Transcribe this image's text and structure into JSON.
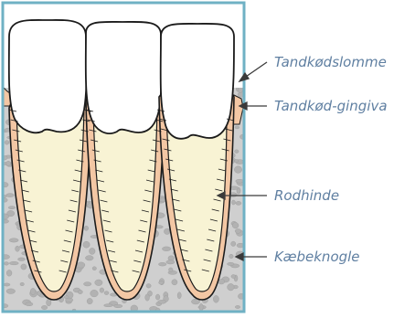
{
  "labels": {
    "pocket": "Tandkødslomme",
    "gingiva": "Tandkød-gingiva",
    "ligament": "Rodhinde",
    "bone": "Kæbeknogle"
  },
  "colors": {
    "frame": "#6fb1c4",
    "bone": "#cfcfcf",
    "bone_spot": "#b2b2b2",
    "gingiva": "#f3c7a4",
    "root": "#f8f3d4",
    "crown": "#ffffff",
    "outline": "#1b1b1b",
    "label": "#5f7fa1"
  },
  "teeth": [
    "tooth-left",
    "tooth-middle",
    "tooth-right"
  ]
}
